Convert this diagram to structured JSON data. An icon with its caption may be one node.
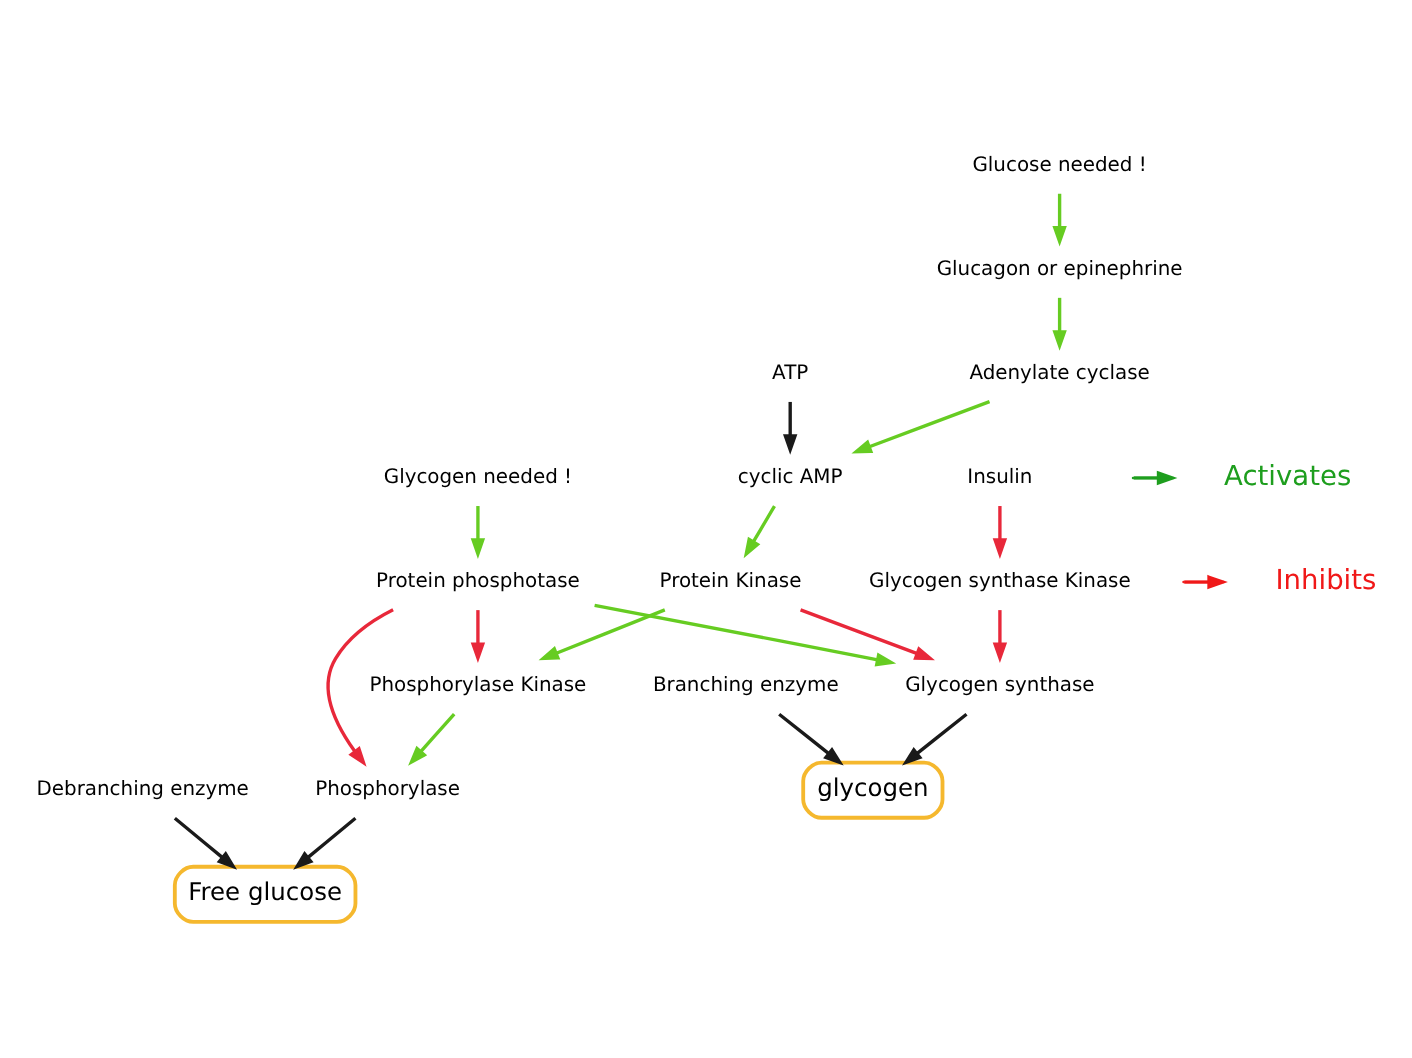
{
  "diagram": {
    "nodes": [
      {
        "text": [
          "Glycogen needed !"
        ]
      },
      {
        "text": [
          "Protein phosphotase"
        ]
      },
      {
        "text": [
          "glycogen"
        ]
      },
      {
        "text": [
          "Branching enzyme"
        ]
      },
      {
        "text": [
          "Phosphorylase Kinase"
        ]
      },
      {
        "text": [
          "Phosphorylase"
        ]
      },
      {
        "text": [
          "Glycogen synthase"
        ]
      },
      {
        "text": [
          "Debranching enzyme"
        ]
      },
      {
        "text": [
          "Insulin"
        ]
      },
      {
        "text": [
          "Free glucose"
        ]
      },
      {
        "text": [
          "Protein Kinase"
        ]
      },
      {
        "text": [
          "Glycogen synthase Kinase"
        ]
      },
      {
        "text": [
          "cyclic AMP"
        ]
      },
      {
        "text": [
          "ATP"
        ]
      },
      {
        "text": [
          "Adenylate cyclase"
        ]
      },
      {
        "text": [
          "Glucagon or epinephrine"
        ]
      },
      {
        "text": [
          "Glucose needed !"
        ]
      }
    ],
    "edges": [
      {
        "from": 0,
        "to": 1,
        "arrow": "to"
      },
      {
        "from": 1,
        "to": 4,
        "arrow": "to",
        "color": "#e8283a"
      },
      {
        "from": 1,
        "to": 5,
        "arrow": "to",
        "color": "#e8283a"
      },
      {
        "from": 1,
        "to": 6,
        "arrow": "to"
      },
      {
        "from": 4,
        "to": 5,
        "arrow": "to"
      },
      {
        "from": 5,
        "to": 9,
        "arrow": "to",
        "color": "#1a1a1a"
      },
      {
        "from": 7,
        "to": 9,
        "arrow": "to",
        "color": "#1a1a1a"
      },
      {
        "from": 6,
        "to": 2,
        "arrow": "to",
        "color": "#1a1a1a"
      },
      {
        "from": 3,
        "to": 2,
        "arrow": "to",
        "color": "#1a1a1a"
      },
      {
        "from": 8,
        "to": 11,
        "arrow": "to",
        "color": "#e8283a"
      },
      {
        "from": 10,
        "to": 6,
        "arrow": "to",
        "color": "#e8283a"
      },
      {
        "from": 11,
        "to": 6,
        "arrow": "to",
        "color": "#e8283a"
      },
      {
        "from": 10,
        "to": 4,
        "arrow": "to"
      },
      {
        "from": 12,
        "to": 10,
        "arrow": "to"
      },
      {
        "from": 13,
        "to": 12,
        "arrow": "to",
        "color": "#1a1a1a"
      },
      {
        "from": 14,
        "to": 12,
        "arrow": "to"
      },
      {
        "from": 15,
        "to": 14,
        "arrow": "to"
      },
      {
        "from": 16,
        "to": 15,
        "arrow": "to"
      }
    ],
    "legend": [
      {
        "text": "Activates",
        "color": "#1e9e1e"
      },
      {
        "text": "Inhibits",
        "color": "#f01818"
      }
    ]
  }
}
